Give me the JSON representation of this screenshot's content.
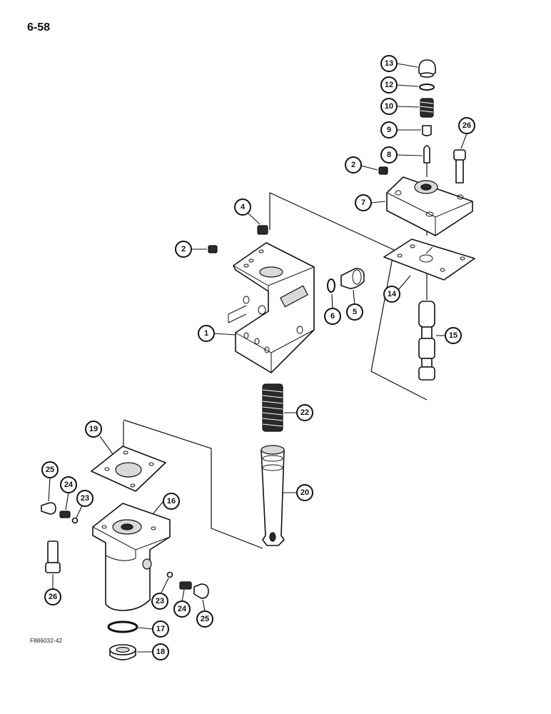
{
  "page": {
    "number": "6-58",
    "figure_code": "F886032-42"
  },
  "callouts": [
    {
      "id": "c13",
      "label": "13"
    },
    {
      "id": "c12",
      "label": "12"
    },
    {
      "id": "c10",
      "label": "10"
    },
    {
      "id": "c9",
      "label": "9"
    },
    {
      "id": "c8",
      "label": "8"
    },
    {
      "id": "c26a",
      "label": "26"
    },
    {
      "id": "c2a",
      "label": "2"
    },
    {
      "id": "c7",
      "label": "7"
    },
    {
      "id": "c4",
      "label": "4"
    },
    {
      "id": "c2b",
      "label": "2"
    },
    {
      "id": "c14",
      "label": "14"
    },
    {
      "id": "c6",
      "label": "6"
    },
    {
      "id": "c5",
      "label": "5"
    },
    {
      "id": "c1",
      "label": "1"
    },
    {
      "id": "c15",
      "label": "15"
    },
    {
      "id": "c22",
      "label": "22"
    },
    {
      "id": "c19",
      "label": "19"
    },
    {
      "id": "c25a",
      "label": "25"
    },
    {
      "id": "c24a",
      "label": "24"
    },
    {
      "id": "c23a",
      "label": "23"
    },
    {
      "id": "c16",
      "label": "16"
    },
    {
      "id": "c20",
      "label": "20"
    },
    {
      "id": "c26b",
      "label": "26"
    },
    {
      "id": "c23b",
      "label": "23"
    },
    {
      "id": "c24b",
      "label": "24"
    },
    {
      "id": "c25b",
      "label": "25"
    },
    {
      "id": "c17",
      "label": "17"
    },
    {
      "id": "c18",
      "label": "18"
    }
  ]
}
